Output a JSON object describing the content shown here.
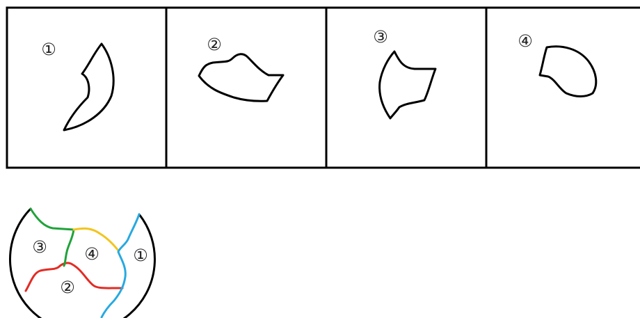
{
  "panels": [
    {
      "label": "①"
    },
    {
      "label": "②"
    },
    {
      "label": "③"
    },
    {
      "label": "④"
    }
  ],
  "assembled": {
    "labels": [
      "③",
      "④",
      "②",
      "①"
    ]
  },
  "colors": {
    "outline": "#000000",
    "green": "#1fa33a",
    "yellow": "#f2c51e",
    "red": "#e32b24",
    "blue": "#27a9e1"
  }
}
